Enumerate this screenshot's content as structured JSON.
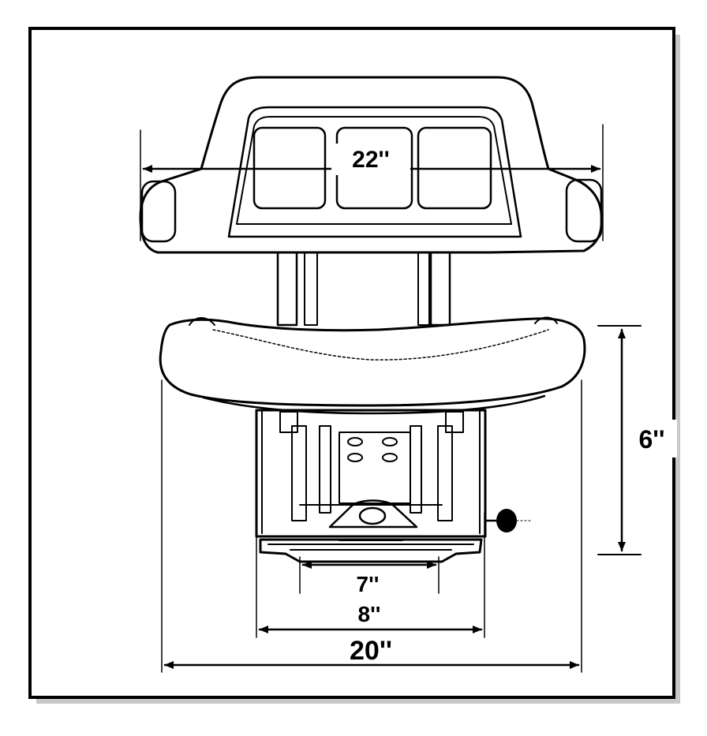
{
  "diagram": {
    "subject": "seat-dimension-drawing",
    "dimensions": {
      "backrest_width": "22''",
      "seat_height": "6''",
      "slide_rail_span": "7''",
      "mount_width": "8''",
      "overall_width": "20''"
    }
  }
}
